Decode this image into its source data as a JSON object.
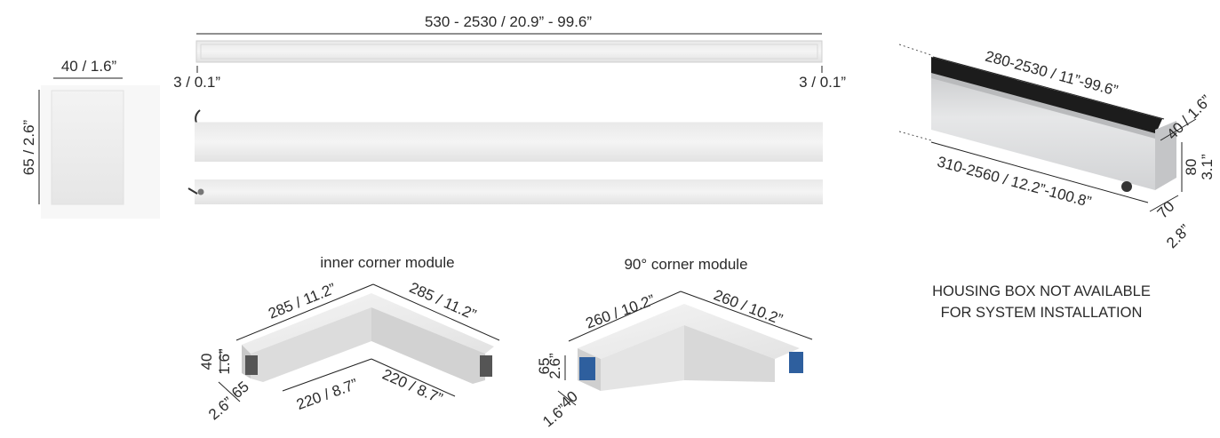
{
  "end_cap": {
    "width_label": "40 / 1.6”",
    "height_label": "65 / 2.6”"
  },
  "linear_module": {
    "length_label": "530 - 2530 / 20.9” - 99.6”",
    "left_end_label": "3 / 0.1”",
    "right_end_label": "3 / 0.1”"
  },
  "housing": {
    "top_length_label": "280-2530 / 11”-99.6”",
    "bottom_length_label": "310-2560 / 12.2”-100.8”",
    "top_width_label": "40 / 1.6”",
    "height_mm": "80",
    "height_in": "3.1”",
    "bottom_width_mm": "70",
    "bottom_width_in": "2.8”",
    "note_line1": "HOUSING BOX NOT AVAILABLE",
    "note_line2": "FOR SYSTEM INSTALLATION"
  },
  "inner_corner": {
    "caption": "inner corner module",
    "outer_left_label": "285 / 11.2”",
    "outer_right_label": "285 / 11.2”",
    "inner_left_label": "220 / 8.7”",
    "inner_right_label": "220 / 8.7”",
    "height_mm": "40",
    "height_in": "1.6”",
    "width_mm": "65",
    "width_in": "2.6”"
  },
  "corner_90": {
    "caption": "90° corner module",
    "left_label": "260 / 10.2”",
    "right_label": "260 / 10.2”",
    "height_mm": "65",
    "height_in": "2.6”",
    "width_mm": "40",
    "width_in": "1.6”"
  },
  "colors": {
    "panel": "#eeeeee",
    "housing_metal": "#d8d9db",
    "housing_top": "#1c1c1c",
    "connector": "#2e5f9e"
  }
}
